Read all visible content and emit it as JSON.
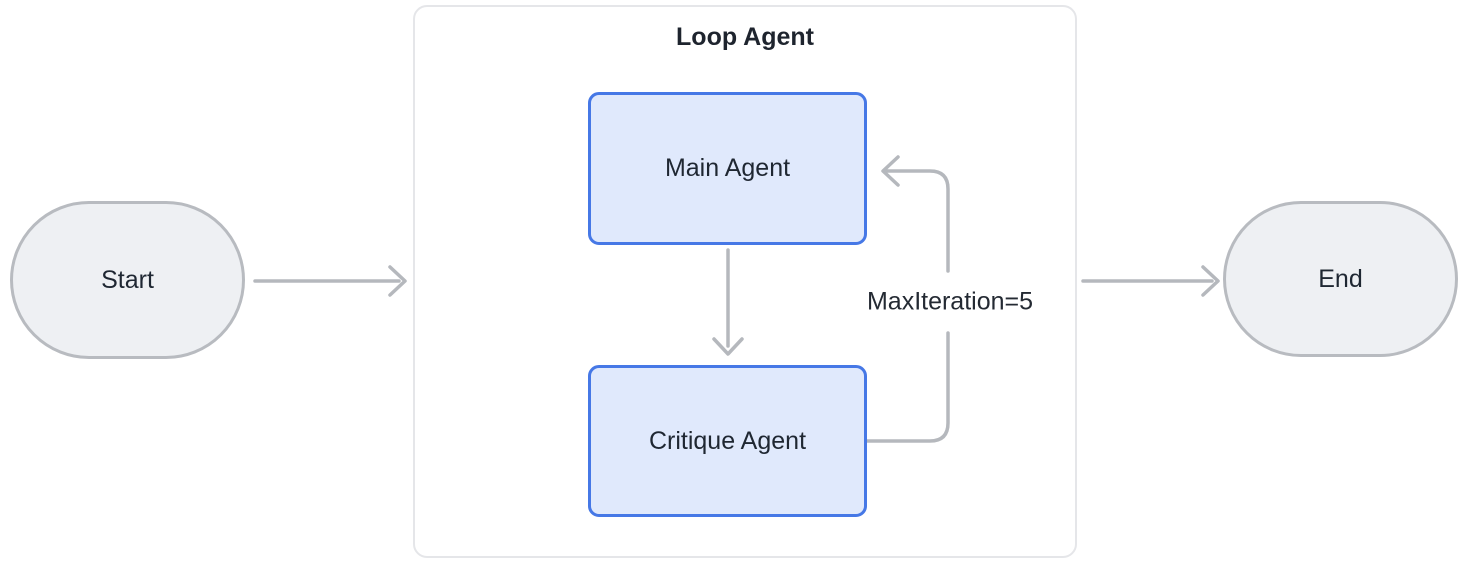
{
  "diagram": {
    "type": "flow-diagram",
    "container": {
      "title": "Loop Agent"
    },
    "nodes": {
      "start": {
        "label": "Start",
        "shape": "stadium"
      },
      "main_agent": {
        "label": "Main Agent",
        "shape": "rounded-rect"
      },
      "critique_agent": {
        "label": "Critique Agent",
        "shape": "rounded-rect"
      },
      "end": {
        "label": "End",
        "shape": "stadium"
      }
    },
    "edges": [
      {
        "from": "start",
        "to": "loop_agent_container",
        "label": ""
      },
      {
        "from": "main_agent",
        "to": "critique_agent",
        "label": ""
      },
      {
        "from": "critique_agent",
        "to": "main_agent",
        "label": "MaxIteration=5",
        "style": "loop-back"
      },
      {
        "from": "loop_agent_container",
        "to": "end",
        "label": ""
      }
    ],
    "loop_label": "MaxIteration=5",
    "colors": {
      "agent_box_fill": "#e0e9fc",
      "agent_box_border": "#4678e6",
      "terminal_fill": "#eef0f3",
      "terminal_border": "#b8bbc0",
      "container_fill": "#ffffff",
      "container_border": "#e5e6e9",
      "arrow": "#b5b8bd",
      "text": "#1f2732"
    }
  }
}
